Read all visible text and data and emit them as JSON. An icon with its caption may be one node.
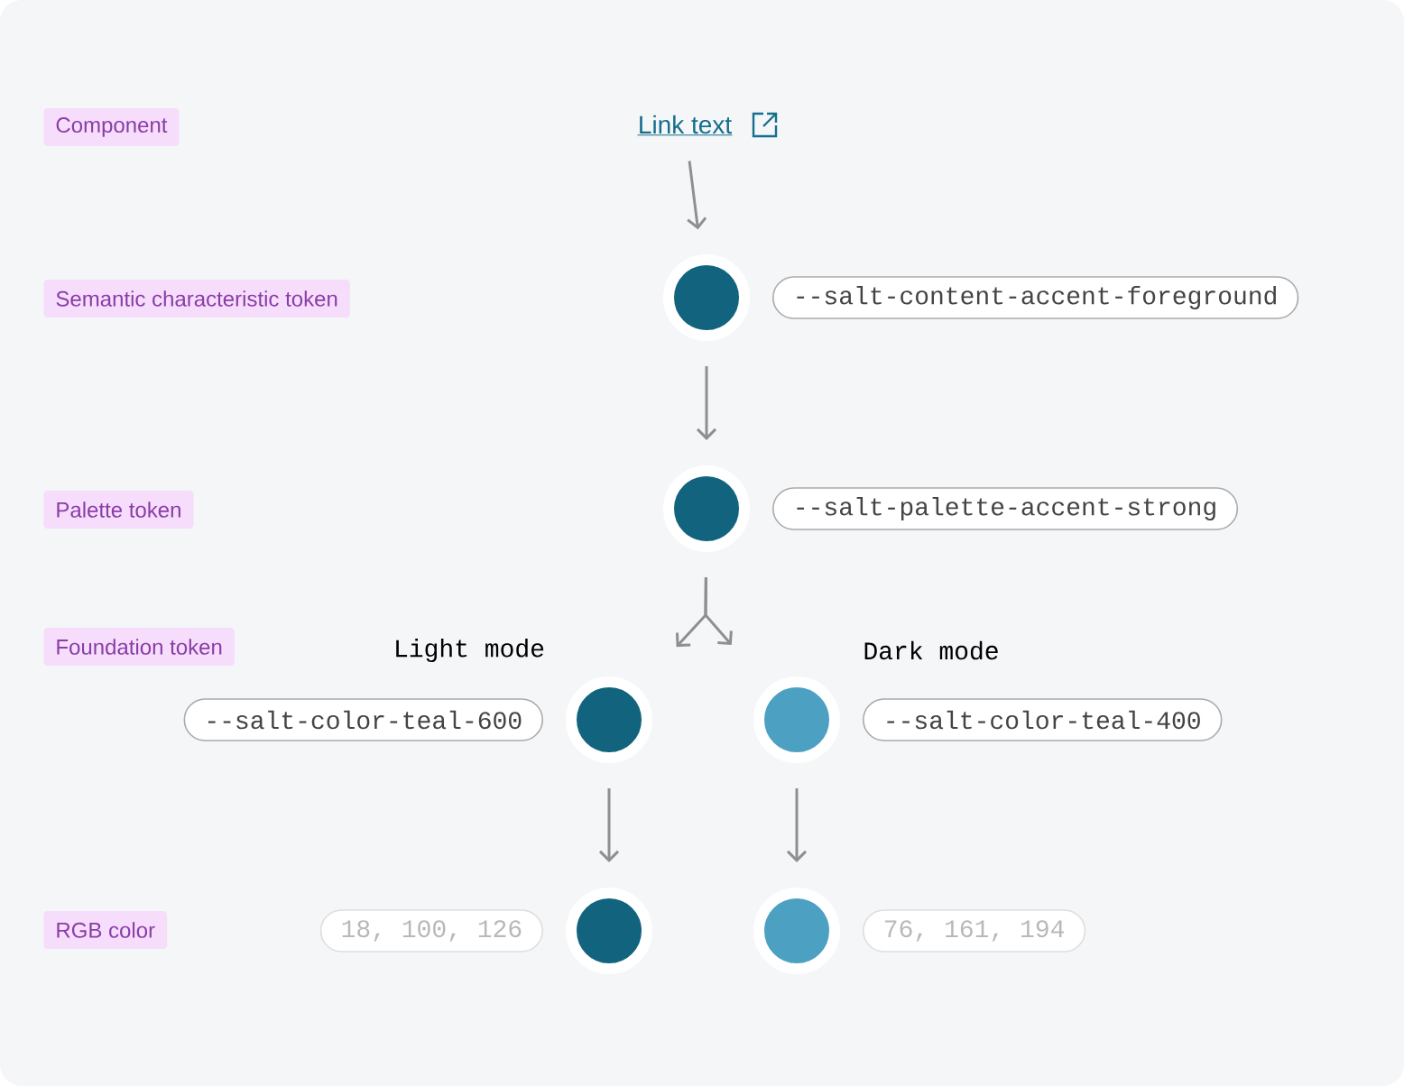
{
  "diagram": {
    "nodes": [
      {
        "text": [
          "Component"
        ]
      },
      {
        "text": [
          "Link text"
        ]
      },
      {
        "text": [
          "Semantic characteristic token"
        ]
      },
      {
        "text": [],
        "shape": "circle"
      },
      {
        "text": [
          "--salt-content-accent-foreground"
        ]
      },
      {
        "text": [
          "Palette token"
        ]
      },
      {
        "text": [],
        "shape": "circle"
      },
      {
        "text": [
          "--salt-palette-accent-strong"
        ]
      },
      {
        "text": [
          "Foundation token"
        ]
      },
      {
        "text": [
          "--salt-color-teal-600"
        ]
      },
      {
        "text": [],
        "shape": "circle"
      },
      {
        "text": [],
        "shape": "circle"
      },
      {
        "text": [
          "--salt-color-teal-400"
        ]
      },
      {
        "text": [
          "RGB color"
        ]
      },
      {
        "text": [
          "18, 100, 126"
        ]
      },
      {
        "text": [],
        "shape": "circle"
      },
      {
        "text": [],
        "shape": "circle"
      },
      {
        "text": [
          "76, 161, 194"
        ]
      }
    ],
    "edges": [
      {
        "from": 1,
        "to": 3,
        "arrow": "to"
      },
      {
        "from": 3,
        "to": 6,
        "arrow": "to"
      },
      {
        "from": 6,
        "to": 10,
        "arrow": "to"
      },
      {
        "from": 6,
        "to": 11,
        "arrow": "to"
      },
      {
        "from": 10,
        "to": 15,
        "arrow": "to"
      },
      {
        "from": 11,
        "to": 16,
        "arrow": "to"
      }
    ],
    "labels": [
      "Light mode",
      "Dark mode"
    ]
  }
}
